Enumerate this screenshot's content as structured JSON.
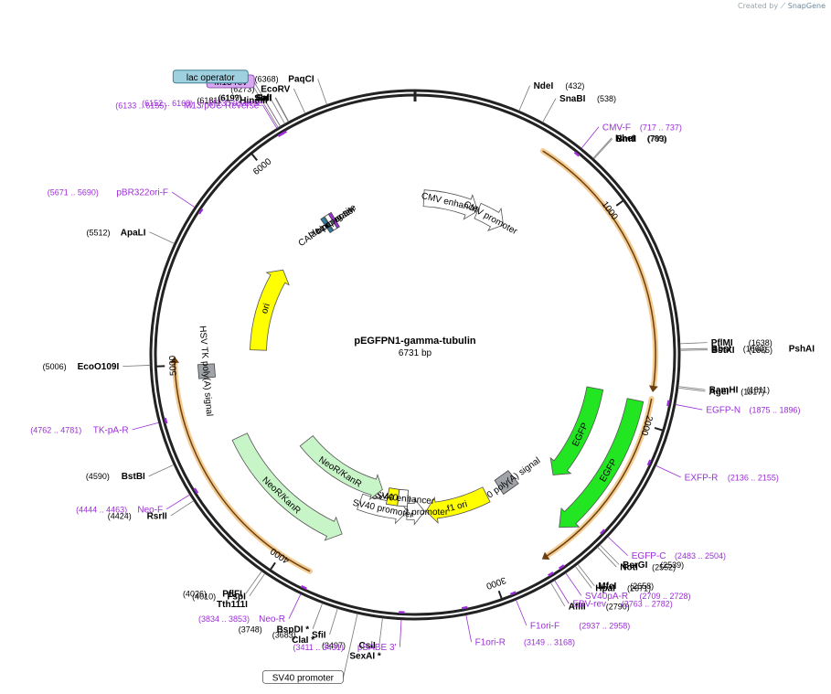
{
  "credit": {
    "prefix": "Created by",
    "brand": "SnapGene"
  },
  "plasmid": {
    "name": "pEGFPN1-gamma-tubulin",
    "size_label": "6731 bp",
    "length": 6731
  },
  "colors": {
    "backbone": "#222222",
    "enzyme_text": "#000000",
    "primer": "#9b2fd6",
    "orf_orange": "#e9a23b",
    "orf_brown": "#6b3f10",
    "gfp": "#22e622",
    "neo": "#c8f5c8",
    "ori": "#ffff00",
    "polya": "#a0a4a8",
    "lac_operator": "#9fd0e0",
    "m13_rev": "#d8a8f0",
    "sv40_box": "#ffffff"
  },
  "ticks": [
    {
      "label": "1000",
      "pos": 1000
    },
    {
      "label": "2000",
      "pos": 2000
    },
    {
      "label": "3000",
      "pos": 3000
    },
    {
      "label": "4000",
      "pos": 4000
    },
    {
      "label": "5000",
      "pos": 5000
    },
    {
      "label": "6000",
      "pos": 6000
    }
  ],
  "features": [
    {
      "name": "CMV enhancer",
      "start": 60,
      "end": 440,
      "kind": "arrow",
      "color": "#ffffff",
      "dir": 1
    },
    {
      "name": "CMV promoter",
      "start": 440,
      "end": 640,
      "kind": "arrow",
      "color": "#ffffff",
      "dir": 1
    },
    {
      "name": "EGFP",
      "start": 1900,
      "end": 2620,
      "kind": "arrow",
      "color": "#22e622",
      "dir": 1,
      "ring": 0.86
    },
    {
      "name": "EGFP",
      "start": 1880,
      "end": 2450,
      "kind": "arrow",
      "color": "#22e622",
      "dir": 1,
      "ring": 0.7
    },
    {
      "name": "SV40 poly(A) signal",
      "start": 2640,
      "end": 2760,
      "kind": "box",
      "color": "#a0a4a8"
    },
    {
      "name": "f1 ori",
      "start": 2860,
      "end": 3290,
      "kind": "arrow",
      "color": "#ffff00",
      "dir": 1
    },
    {
      "name": "AmpR promoter",
      "start": 3300,
      "end": 3420,
      "kind": "arrow",
      "color": "#ffffff",
      "dir": -1
    },
    {
      "name": "SV40 promoter",
      "start": 3420,
      "end": 3750,
      "kind": "arrow",
      "color": "#ffffff",
      "dir": -1
    },
    {
      "name": "SV40 ori",
      "start": 3490,
      "end": 3570,
      "kind": "box",
      "color": "#ffff00",
      "ring": 0.55
    },
    {
      "name": "SV40 enhancer",
      "start": 3420,
      "end": 3490,
      "kind": "box",
      "color": "#ffffff",
      "ring": 0.55
    },
    {
      "name": "NeoR/KanR",
      "start": 3780,
      "end": 4580,
      "kind": "arrow",
      "color": "#c8f5c8",
      "dir": -1,
      "ring": 0.74
    },
    {
      "name": "NeoR/KanR",
      "start": 3620,
      "end": 4330,
      "kind": "arrow",
      "color": "#c8f5c8",
      "dir": -1,
      "ring": 0.53
    },
    {
      "name": "HSV TK poly(A) signal",
      "start": 4930,
      "end": 5000,
      "kind": "box",
      "color": "#a0a4a8",
      "ring": 0.8
    },
    {
      "name": "ori",
      "start": 5080,
      "end": 5660,
      "kind": "arrow",
      "color": "#ffff00",
      "dir": 1
    },
    {
      "name": "CAP binding site",
      "start": 6080,
      "end": 6105,
      "kind": "box",
      "color": "#2f7fa5"
    },
    {
      "name": "lac promoter",
      "start": 6110,
      "end": 6140,
      "kind": "box",
      "color": "#ffffff"
    },
    {
      "name": "lac operator",
      "start": 6140,
      "end": 6160,
      "kind": "box",
      "color": "#9b2fd6"
    }
  ],
  "orfs": [
    {
      "start": 600,
      "end": 1830,
      "ring": 1.07
    },
    {
      "start": 1880,
      "end": 2750,
      "ring": 1.07
    },
    {
      "start": 3850,
      "end": 5020,
      "ring": 1.07
    }
  ],
  "enzymes": [
    {
      "name": "NdeI",
      "pos": "(432)",
      "site": 432
    },
    {
      "name": "SnaBI",
      "pos": "(538)",
      "site": 538
    },
    {
      "name": "NheI",
      "pos": "(789)",
      "site": 789
    },
    {
      "name": "BmtI",
      "pos": "(793)",
      "site": 793
    },
    {
      "name": "PflMI",
      "pos": "(1638)",
      "site": 1638
    },
    {
      "name": "BbsI",
      "pos": "(1660)",
      "site": 1660,
      "extra": "PshAI"
    },
    {
      "name": "BstXI",
      "pos": "(1665)",
      "site": 1665
    },
    {
      "name": "BamHI",
      "pos": "(1811)",
      "site": 1811
    },
    {
      "name": "AgeI",
      "pos": "(1817)",
      "site": 1817
    },
    {
      "name": "BsrGI",
      "pos": "(2539)",
      "site": 2539
    },
    {
      "name": "NotI",
      "pos": "(2552)",
      "site": 2552
    },
    {
      "name": "MfeI",
      "pos": "(2658)",
      "site": 2658
    },
    {
      "name": "HpaI",
      "pos": "(2671)",
      "site": 2671
    },
    {
      "name": "AflII",
      "pos": "(2790)",
      "site": 2790
    },
    {
      "name": "CsiI",
      "pos": "(3497)",
      "site": 3497,
      "extra": "SexAI *"
    },
    {
      "name": "SfiI",
      "pos": "(3683)",
      "site": 3683
    },
    {
      "name": "BspDI *",
      "pos": "(3748)",
      "site": 3748,
      "extra": "ClaI *"
    },
    {
      "name": "FspI",
      "pos": "(4010)",
      "site": 4010
    },
    {
      "name": "PflFI",
      "pos": "(4026)",
      "site": 4026,
      "extra": "Tth111I"
    },
    {
      "name": "RsrII",
      "pos": "(4424)",
      "site": 4424
    },
    {
      "name": "BstBI",
      "pos": "(4590)",
      "site": 4590
    },
    {
      "name": "EcoO109I",
      "pos": "(5006)",
      "site": 5006
    },
    {
      "name": "ApaLI",
      "pos": "(5512)",
      "site": 5512
    },
    {
      "name": "HindIII",
      "pos": "(6181)",
      "site": 6181
    },
    {
      "name": "SbfI",
      "pos": "(6197)",
      "site": 6197
    },
    {
      "name": "SalI",
      "pos": "(6199)",
      "site": 6199
    },
    {
      "name": "EcoRV",
      "pos": "(6273)",
      "site": 6273
    },
    {
      "name": "PaqCI",
      "pos": "(6368)",
      "site": 6368
    }
  ],
  "primers": [
    {
      "name": "CMV-F",
      "pos": "(717 .. 737)",
      "site": 727
    },
    {
      "name": "EGFP-N",
      "pos": "(1875 .. 1896)",
      "site": 1885
    },
    {
      "name": "EXFP-R",
      "pos": "(2136 .. 2155)",
      "site": 2145
    },
    {
      "name": "EGFP-C",
      "pos": "(2483 .. 2504)",
      "site": 2493
    },
    {
      "name": "SV40pA-R",
      "pos": "(2709 .. 2728)",
      "site": 2718
    },
    {
      "name": "EBV-rev",
      "pos": "(2763 .. 2782)",
      "site": 2772
    },
    {
      "name": "F1ori-F",
      "pos": "(2937 .. 2958)",
      "site": 2947
    },
    {
      "name": "F1ori-R",
      "pos": "(3149 .. 3168)",
      "site": 3158
    },
    {
      "name": "pBABE 3'",
      "pos": "(3411 .. 3431)",
      "site": 3421
    },
    {
      "name": "Neo-R",
      "pos": "(3834 .. 3853)",
      "site": 3843
    },
    {
      "name": "Neo-F",
      "pos": "(4444 .. 4463)",
      "site": 4453
    },
    {
      "name": "TK-pA-R",
      "pos": "(4762 .. 4781)",
      "site": 4771
    },
    {
      "name": "pBR322ori-F",
      "pos": "(5671 .. 5690)",
      "site": 5680
    },
    {
      "name": "M13/pUC Reverse",
      "pos": "(6133 .. 6155)",
      "site": 6144
    },
    {
      "name": "M13 Reverse",
      "pos": "(6152 .. 6168)",
      "site": 6160
    }
  ],
  "boxed_labels": [
    {
      "name": "M13 rev",
      "site": 6160,
      "bg": "#d8a8f0",
      "border": "#7a3aa0"
    },
    {
      "name": "lac operator",
      "site": 6150,
      "bg": "#9fd0e0",
      "border": "#2f6f85"
    },
    {
      "name": "SV40 promoter",
      "site": 3600,
      "bg": "#ffffff",
      "border": "#555555"
    }
  ]
}
